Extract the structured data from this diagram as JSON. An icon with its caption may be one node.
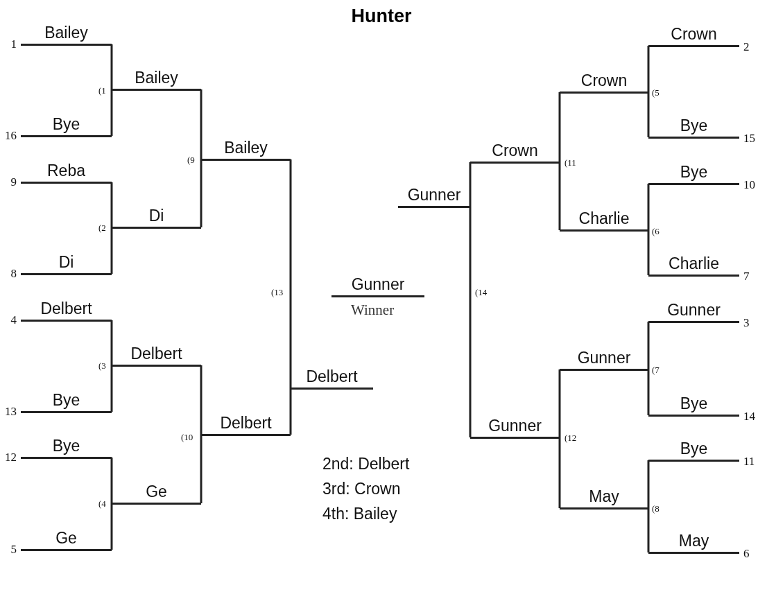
{
  "diagram": {
    "title": "Hunter",
    "nodes": [
      {
        "text": [
          "Bailey"
        ],
        "beside": [
          "1"
        ]
      },
      {
        "text": [
          "Bye"
        ],
        "beside": [
          "16"
        ]
      },
      {
        "text": [
          "Reba"
        ],
        "beside": [
          "9"
        ]
      },
      {
        "text": [
          "Di"
        ],
        "beside": [
          "8"
        ]
      },
      {
        "text": [
          "Delbert"
        ],
        "beside": [
          "4"
        ]
      },
      {
        "text": [
          "Bye"
        ],
        "beside": [
          "13"
        ]
      },
      {
        "text": [
          "Bye"
        ],
        "beside": [
          "12"
        ]
      },
      {
        "text": [
          "Ge"
        ],
        "beside": [
          "5"
        ]
      },
      {
        "text": [
          "Bailey"
        ]
      },
      {
        "text": [
          "Di"
        ]
      },
      {
        "text": [
          "Delbert"
        ]
      },
      {
        "text": [
          "Ge"
        ]
      },
      {
        "text": [
          "Bailey"
        ]
      },
      {
        "text": [
          "Delbert"
        ]
      },
      {
        "text": [
          "Delbert"
        ]
      },
      {
        "text": [
          "Gunner"
        ],
        "beside": [
          "Winner"
        ]
      },
      {
        "text": [
          "Gunner"
        ]
      },
      {
        "text": [
          "Crown"
        ]
      },
      {
        "text": [
          "Gunner"
        ]
      },
      {
        "text": [
          "Crown"
        ]
      },
      {
        "text": [
          "Charlie"
        ]
      },
      {
        "text": [
          "Gunner"
        ]
      },
      {
        "text": [
          "May"
        ]
      },
      {
        "text": [
          "Crown"
        ],
        "beside": [
          "2"
        ]
      },
      {
        "text": [
          "Bye"
        ],
        "beside": [
          "15"
        ]
      },
      {
        "text": [
          "Bye"
        ],
        "beside": [
          "10"
        ]
      },
      {
        "text": [
          "Charlie"
        ],
        "beside": [
          "7"
        ]
      },
      {
        "text": [
          "Gunner"
        ],
        "beside": [
          "3"
        ]
      },
      {
        "text": [
          "Bye"
        ],
        "beside": [
          "14"
        ]
      },
      {
        "text": [
          "Bye"
        ],
        "beside": [
          "11"
        ]
      },
      {
        "text": [
          "May"
        ],
        "beside": [
          "6"
        ]
      }
    ],
    "edges": [
      {
        "from": 0,
        "to": 8,
        "arrow": "none"
      },
      {
        "from": 1,
        "to": 8,
        "arrow": "none"
      },
      {
        "from": 2,
        "to": 9,
        "arrow": "none"
      },
      {
        "from": 3,
        "to": 9,
        "arrow": "none"
      },
      {
        "from": 4,
        "to": 10,
        "arrow": "none"
      },
      {
        "from": 5,
        "to": 10,
        "arrow": "none"
      },
      {
        "from": 6,
        "to": 11,
        "arrow": "none"
      },
      {
        "from": 7,
        "to": 11,
        "arrow": "none"
      },
      {
        "from": 8,
        "to": 12,
        "arrow": "none"
      },
      {
        "from": 9,
        "to": 12,
        "arrow": "none"
      },
      {
        "from": 10,
        "to": 13,
        "arrow": "none"
      },
      {
        "from": 11,
        "to": 13,
        "arrow": "none"
      },
      {
        "from": 12,
        "to": 14,
        "arrow": "none"
      },
      {
        "from": 13,
        "to": 14,
        "arrow": "none"
      },
      {
        "from": 17,
        "to": 16,
        "arrow": "none"
      },
      {
        "from": 18,
        "to": 16,
        "arrow": "none"
      },
      {
        "from": 19,
        "to": 17,
        "arrow": "none"
      },
      {
        "from": 20,
        "to": 17,
        "arrow": "none"
      },
      {
        "from": 21,
        "to": 18,
        "arrow": "none"
      },
      {
        "from": 22,
        "to": 18,
        "arrow": "none"
      },
      {
        "from": 23,
        "to": 19,
        "arrow": "none"
      },
      {
        "from": 24,
        "to": 19,
        "arrow": "none"
      },
      {
        "from": 25,
        "to": 20,
        "arrow": "none"
      },
      {
        "from": 26,
        "to": 20,
        "arrow": "none"
      },
      {
        "from": 27,
        "to": 21,
        "arrow": "none"
      },
      {
        "from": 28,
        "to": 21,
        "arrow": "none"
      },
      {
        "from": 29,
        "to": 22,
        "arrow": "none"
      },
      {
        "from": 30,
        "to": 22,
        "arrow": "none"
      }
    ],
    "labels": [
      "(1",
      "(5",
      "(9",
      "(11",
      "(2",
      "(6",
      "(13",
      "(14",
      "(3",
      "(7",
      "(10",
      "(12",
      "(4",
      "(8",
      "2nd: Delbert",
      "3rd: Crown",
      "4th: Bailey"
    ]
  }
}
